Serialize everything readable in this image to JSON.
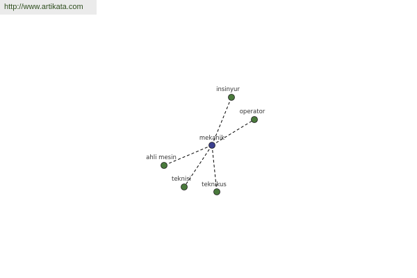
{
  "header": {
    "url": "http://www.artikata.com"
  },
  "graph": {
    "center": {
      "label": "mekanik",
      "color": "#3b3f8f"
    },
    "leaf_color": "#4a7a3c",
    "nodes": [
      {
        "id": "insinyur",
        "label": "insinyur"
      },
      {
        "id": "operator",
        "label": "operator"
      },
      {
        "id": "ahli-mesin",
        "label": "ahli mesin"
      },
      {
        "id": "teknisi",
        "label": "teknisi"
      },
      {
        "id": "teknikus",
        "label": "teknikus"
      }
    ]
  }
}
